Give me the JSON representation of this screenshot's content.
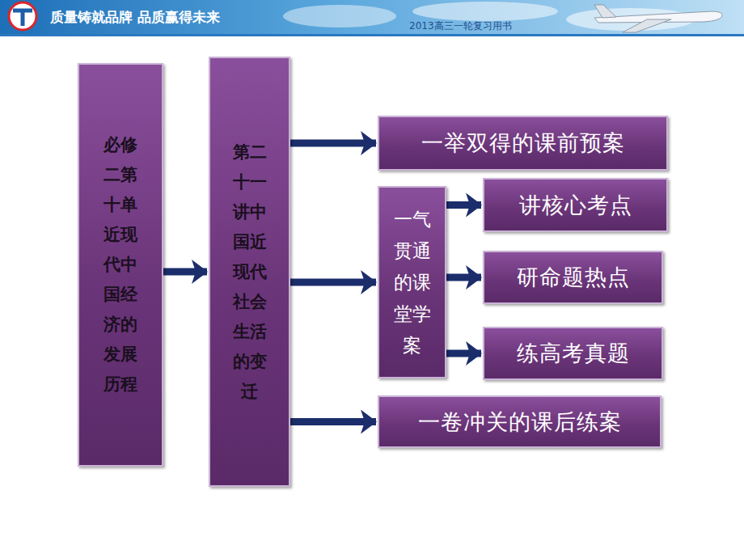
{
  "diagram": {
    "nodes": [
      {
        "text": [
          "必修二第十单近现代中国经济的发展历程"
        ]
      },
      {
        "text": [
          "第二十一讲中国近现代社会生活的变迁"
        ]
      },
      {
        "text": [
          "一举双得的课前预案"
        ]
      },
      {
        "text": [
          "一气贯通的课堂学案"
        ]
      },
      {
        "text": [
          "讲核心考点"
        ]
      },
      {
        "text": [
          "研命题热点"
        ]
      },
      {
        "text": [
          "练高考真题"
        ]
      },
      {
        "text": [
          "一卷冲关的课后练案"
        ]
      }
    ],
    "edges": [
      {
        "from": 0,
        "to": 1,
        "arrow": "to"
      },
      {
        "from": 1,
        "to": 2,
        "arrow": "to"
      },
      {
        "from": 1,
        "to": 3,
        "arrow": "to"
      },
      {
        "from": 1,
        "to": 7,
        "arrow": "to"
      },
      {
        "from": 3,
        "to": 4,
        "arrow": "to"
      },
      {
        "from": 3,
        "to": 5,
        "arrow": "to"
      },
      {
        "from": 3,
        "to": 6,
        "arrow": "to"
      }
    ],
    "labels": [
      "质量铸就品牌 品质赢得未来",
      "2013高三一轮复习用书"
    ]
  }
}
